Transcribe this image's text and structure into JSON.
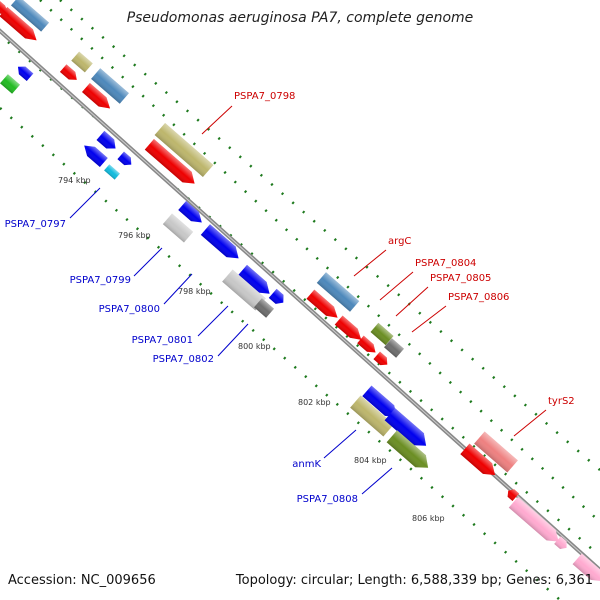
{
  "title": "Pseudomonas aeruginosa PA7, complete genome",
  "footer": {
    "accession": "Accession: NC_009656",
    "summary": "Topology: circular; Length: 6,588,339 bp; Genes: 6,361"
  },
  "colors": {
    "backbone": "#888888",
    "tick": "#1e7a1e",
    "forward_label": "#cc0000",
    "reverse_label": "#0000cc",
    "red": "#ee0000",
    "blue": "#0000ee",
    "steel": "#4d88bb",
    "khaki": "#bdb66c",
    "olive": "#6b8e23",
    "silver": "#c8c8c8",
    "gray": "#6e6e6e",
    "green": "#22bb22",
    "cyan": "#11bbdd",
    "salmon": "#ee8080",
    "pink": "#ffaad0"
  },
  "scale_labels": [
    "794 kbp",
    "796 kbp",
    "798 kbp",
    "800 kbp",
    "802 kbp",
    "804 kbp",
    "806 kbp"
  ],
  "gene_labels": {
    "forward": [
      "PSPA7_0798",
      "argC",
      "PSPA7_0804",
      "PSPA7_0805",
      "PSPA7_0806",
      "tyrS2"
    ],
    "reverse": [
      "PSPA7_0797",
      "PSPA7_0799",
      "PSPA7_0800",
      "PSPA7_0801",
      "PSPA7_0802",
      "anmK",
      "PSPA7_0808"
    ]
  }
}
